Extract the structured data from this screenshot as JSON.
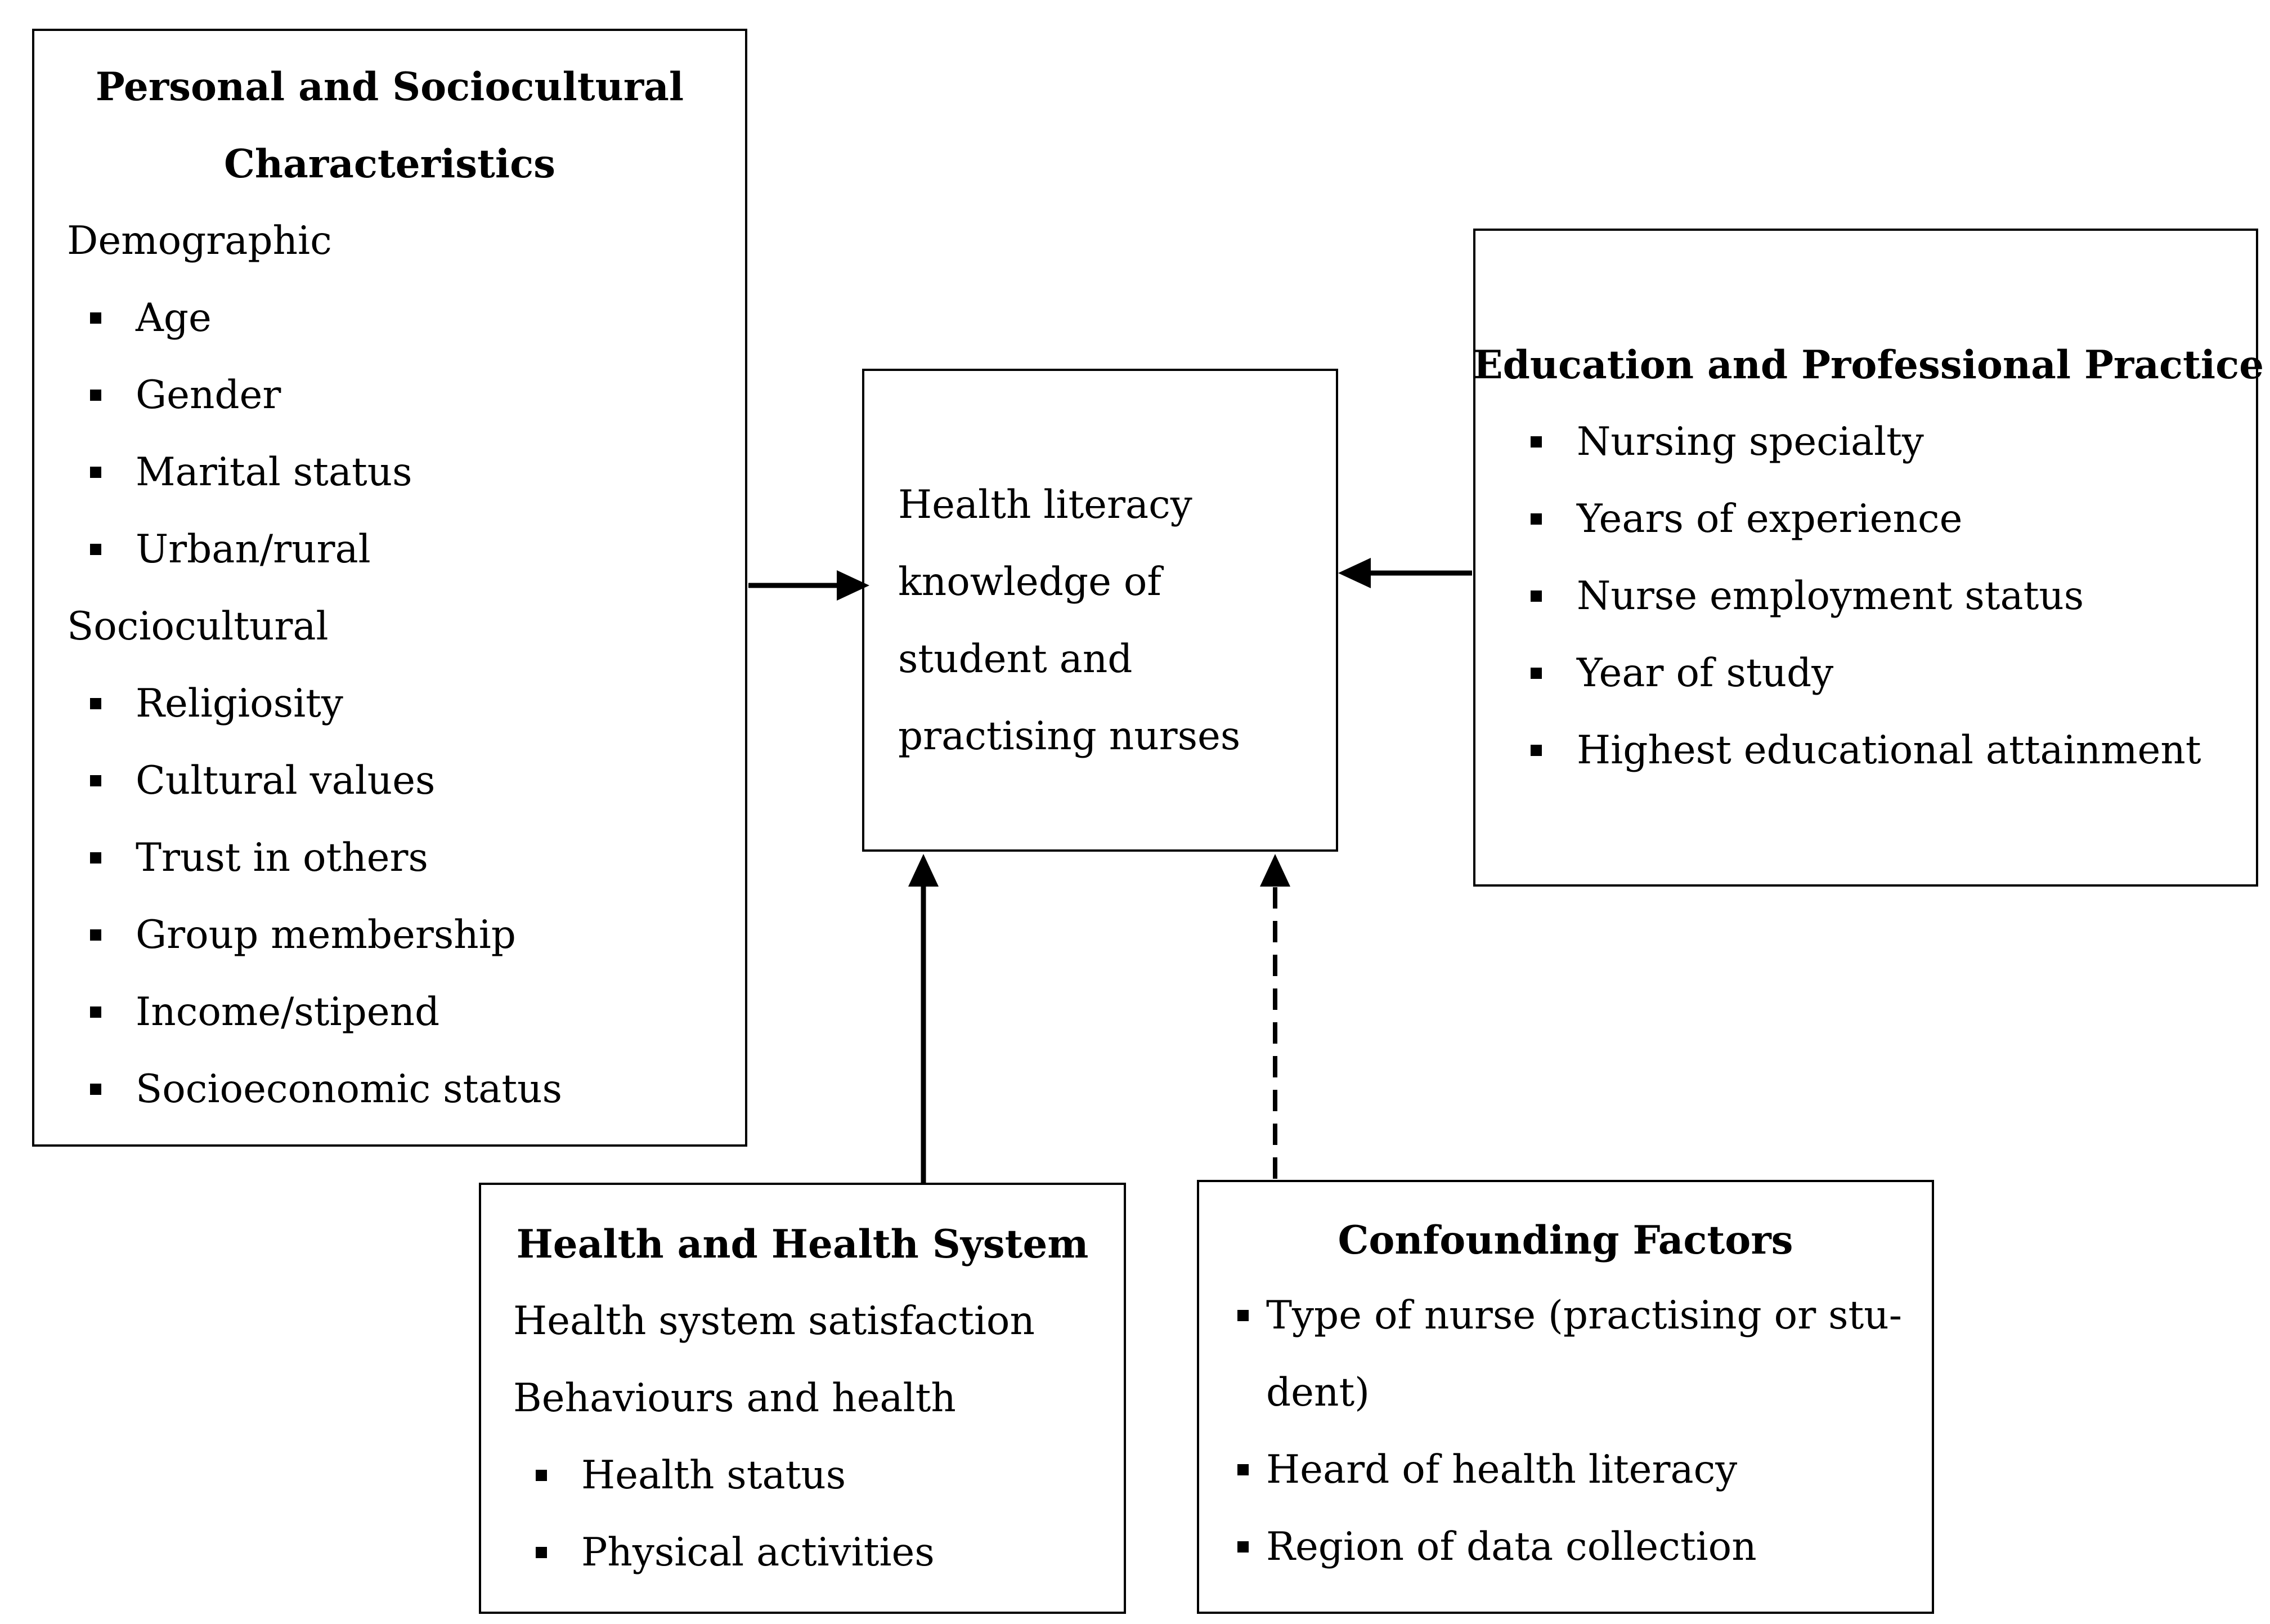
{
  "personal": {
    "title_line1": "Personal and Sociocultural",
    "title_line2": "Characteristics",
    "demographic_label": "Demographic",
    "demographic_items": [
      "Age",
      "Gender",
      "Marital status",
      "Urban/rural"
    ],
    "sociocultural_label": "Sociocultural",
    "sociocultural_items": [
      "Religiosity",
      "Cultural values",
      "Trust in others",
      "Group membership",
      "Income/stipend",
      "Socioeconomic status"
    ]
  },
  "center": {
    "lines": [
      "Health literacy",
      "knowledge of",
      "student and",
      "practising nurses"
    ]
  },
  "education": {
    "title": "Education and Professional Practice",
    "items": [
      "Nursing specialty",
      "Years of experience",
      "Nurse employment status",
      "Year of study",
      "Highest educational attainment"
    ]
  },
  "health": {
    "title": "Health and Health System",
    "line1": "Health system satisfaction",
    "line2": "Behaviours and health",
    "items": [
      "Health status",
      "Physical activities"
    ]
  },
  "confounding": {
    "title": "Confounding Factors",
    "item1_line1": "Type of nurse (practising or stu-",
    "item1_line2": "dent)",
    "item2": "Heard of health literacy",
    "item3": "Region of data collection"
  }
}
